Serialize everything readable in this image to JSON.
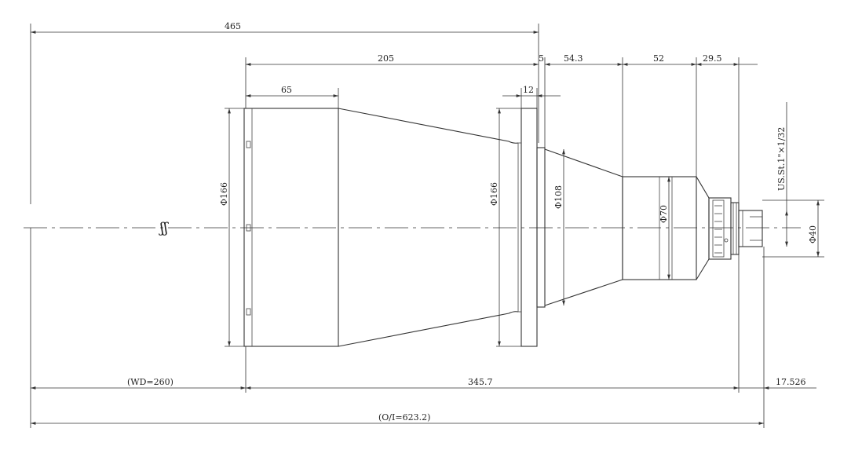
{
  "dimensions": {
    "total_length": "465",
    "body_length": "205",
    "front_section": "65",
    "flange_gap": "5",
    "seg_54": "54.3",
    "seg_52": "52",
    "seg_29": "29.5",
    "flange_thick": "12",
    "dia_front": "Φ166",
    "dia_flange": "Φ166",
    "dia_108": "Φ108",
    "dia_70": "Φ70",
    "dia_40": "Φ40",
    "thread": "US.St.1\"×1/32",
    "wd": "(WD=260)",
    "lens_length": "345.7",
    "back_focus": "17.526",
    "oi": "(O/I=623.2)",
    "break_symbol": "ʃʃ"
  },
  "colors": {
    "line": "#333333",
    "background": "#ffffff"
  }
}
